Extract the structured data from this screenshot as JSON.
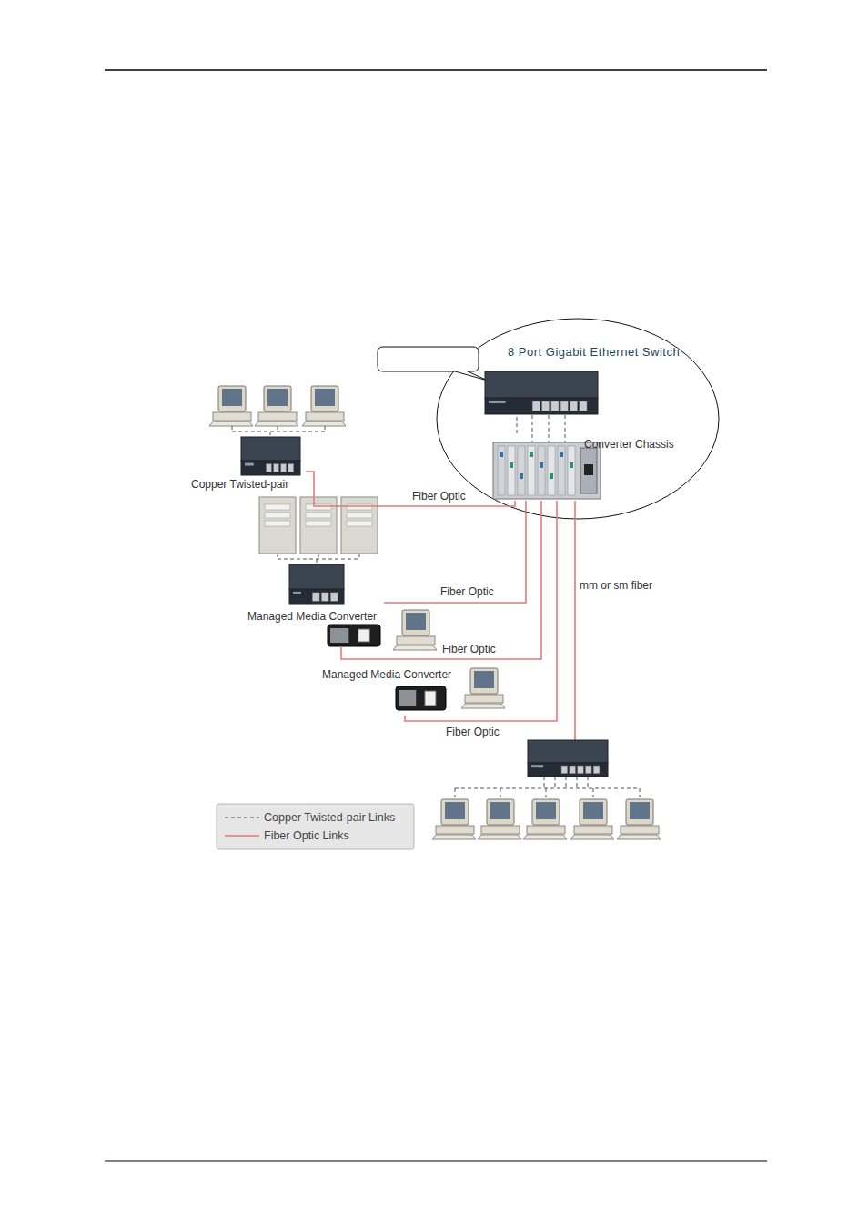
{
  "diagram": {
    "nodes": [
      {
        "text": [
          "8 Port Gigabit Ethernet Switch"
        ]
      },
      {
        "text": [
          "Converter Chassis"
        ]
      },
      {
        "text": [
          "Copper Twisted-pair"
        ]
      },
      {
        "text": [
          "Managed Media Converter"
        ]
      },
      {
        "text": [
          "Managed Media Converter"
        ]
      }
    ],
    "edges": [
      {
        "from": 0,
        "to": 1,
        "arrow": "none"
      },
      {
        "from": 2,
        "to": 1,
        "label": "Fiber Optic",
        "arrow": "none"
      },
      {
        "from": 3,
        "to": 1,
        "label": "Fiber Optic",
        "arrow": "none"
      },
      {
        "from": 4,
        "to": 1,
        "label": "Fiber Optic",
        "arrow": "none"
      }
    ],
    "labels": [
      "Fiber Optic",
      "mm or sm fiber"
    ],
    "legend": [
      {
        "text": "Copper Twisted-pair Links"
      },
      {
        "text": "Fiber Optic Links"
      }
    ]
  }
}
